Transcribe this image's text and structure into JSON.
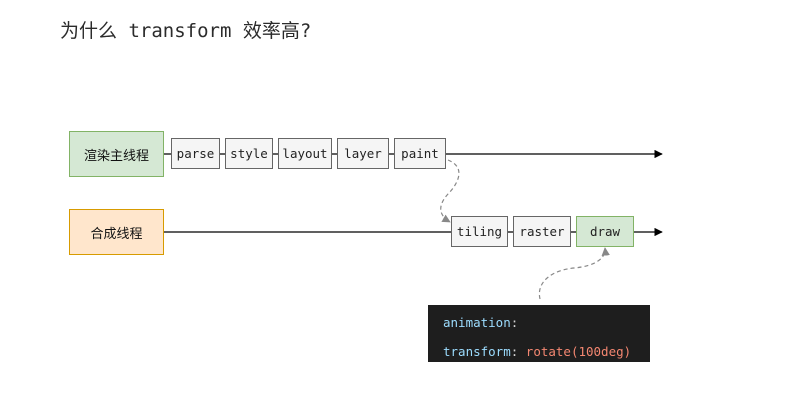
{
  "title": "为什么 transform 效率高?",
  "threads": {
    "main": "渲染主线程",
    "compositor": "合成线程"
  },
  "main_steps": [
    "parse",
    "style",
    "layout",
    "layer",
    "paint"
  ],
  "compositor_steps": [
    "tiling",
    "raster",
    "draw"
  ],
  "code": {
    "line1_prop": "animation",
    "line1_colon": ":",
    "line2_prop": "transform",
    "line2_colon": ":",
    "line2_value": "rotate(100deg)"
  },
  "colors": {
    "main_thread_fill": "#d5e8d4",
    "compositor_thread_fill": "#ffe6cc",
    "code_bg": "#1e1e1e",
    "code_value": "#f48771"
  }
}
